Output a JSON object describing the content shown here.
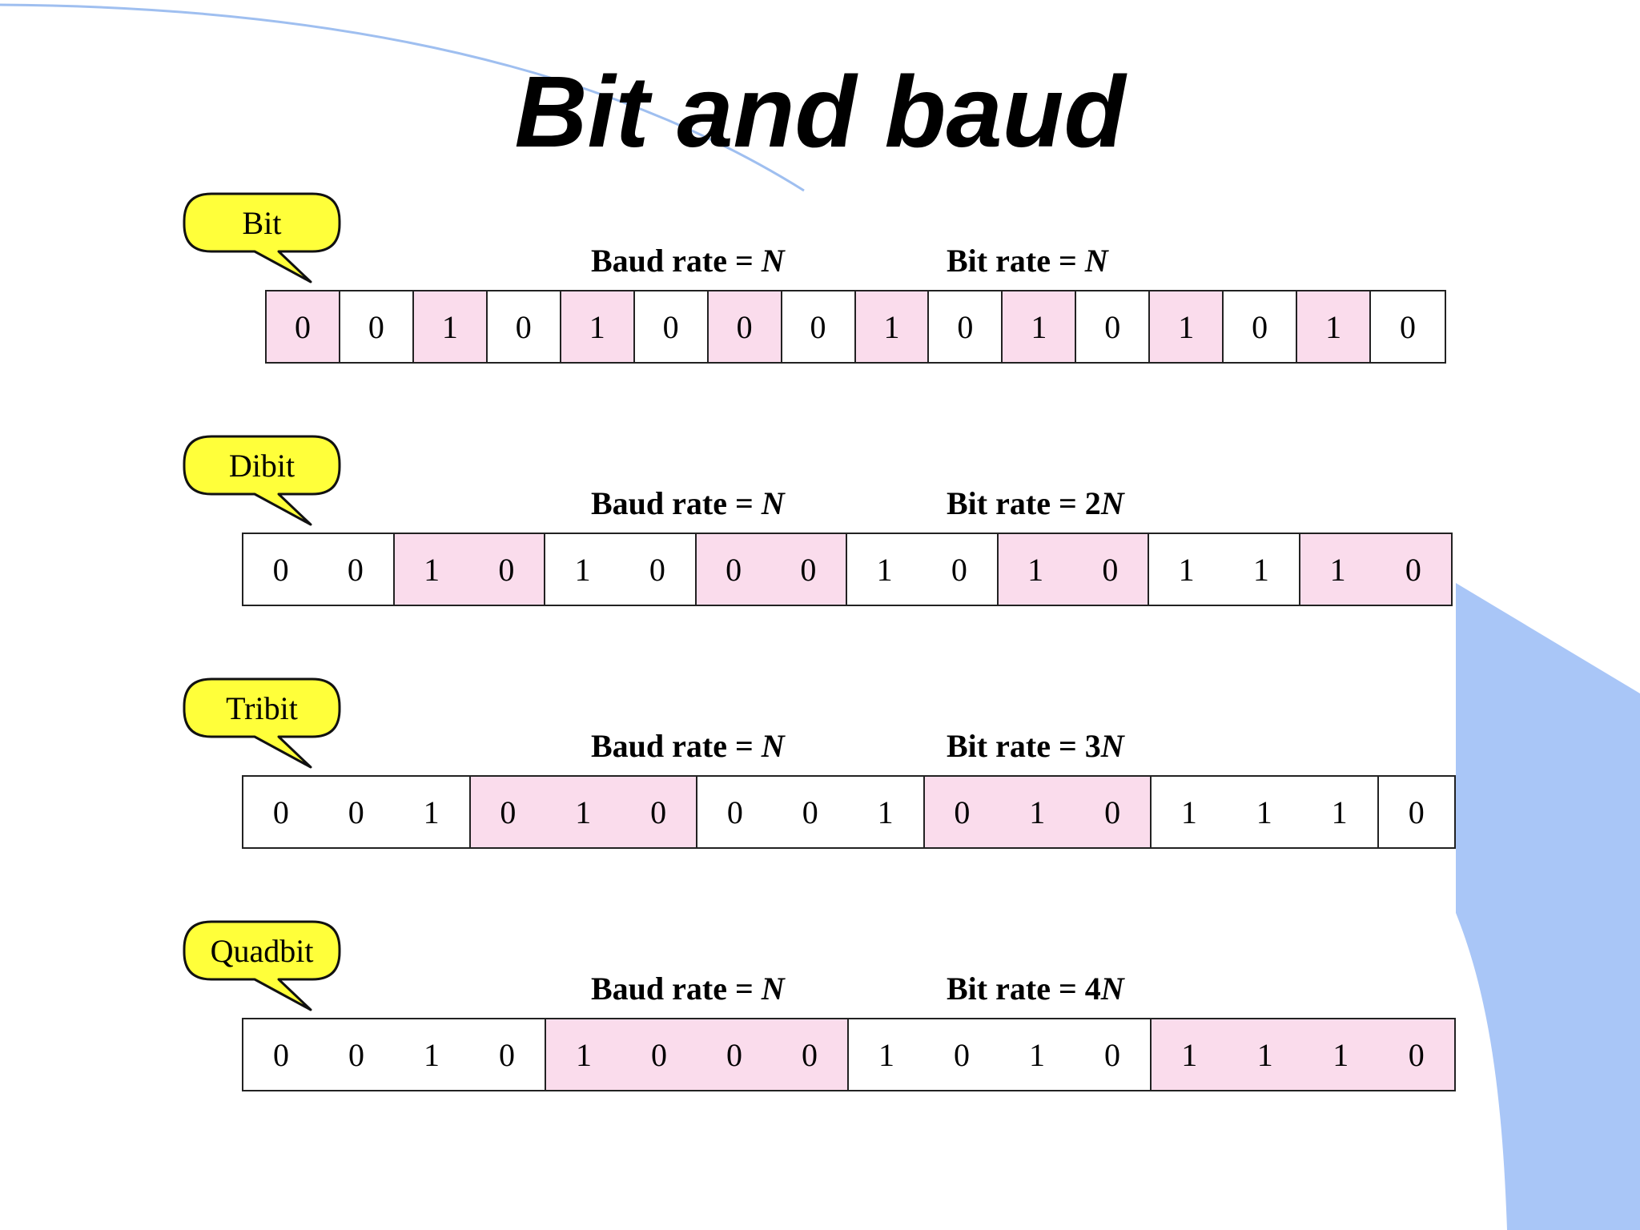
{
  "title": "Bit and baud",
  "colors": {
    "highlight": "#fadcec",
    "callout_fill": "#ffff3a",
    "decoration_blue": "#a9c6f7",
    "border": "#222222"
  },
  "sections": [
    {
      "label": "Bit",
      "baud_label": "Baud rate = ",
      "baud_var": "N",
      "bit_label": "Bit rate = ",
      "bit_var": "N",
      "groups": [
        {
          "bits": [
            "0"
          ],
          "highlight": true
        },
        {
          "bits": [
            "0"
          ],
          "highlight": false
        },
        {
          "bits": [
            "1"
          ],
          "highlight": true
        },
        {
          "bits": [
            "0"
          ],
          "highlight": false
        },
        {
          "bits": [
            "1"
          ],
          "highlight": true
        },
        {
          "bits": [
            "0"
          ],
          "highlight": false
        },
        {
          "bits": [
            "0"
          ],
          "highlight": true
        },
        {
          "bits": [
            "0"
          ],
          "highlight": false
        },
        {
          "bits": [
            "1"
          ],
          "highlight": true
        },
        {
          "bits": [
            "0"
          ],
          "highlight": false
        },
        {
          "bits": [
            "1"
          ],
          "highlight": true
        },
        {
          "bits": [
            "0"
          ],
          "highlight": false
        },
        {
          "bits": [
            "1"
          ],
          "highlight": true
        },
        {
          "bits": [
            "0"
          ],
          "highlight": false
        },
        {
          "bits": [
            "1"
          ],
          "highlight": true
        },
        {
          "bits": [
            "0"
          ],
          "highlight": false
        }
      ]
    },
    {
      "label": "Dibit",
      "baud_label": "Baud rate = ",
      "baud_var": "N",
      "bit_label": "Bit rate = 2",
      "bit_var": "N",
      "groups": [
        {
          "bits": [
            "0",
            "0"
          ],
          "highlight": false
        },
        {
          "bits": [
            "1",
            "0"
          ],
          "highlight": true
        },
        {
          "bits": [
            "1",
            "0"
          ],
          "highlight": false
        },
        {
          "bits": [
            "0",
            "0"
          ],
          "highlight": true
        },
        {
          "bits": [
            "1",
            "0"
          ],
          "highlight": false
        },
        {
          "bits": [
            "1",
            "0"
          ],
          "highlight": true
        },
        {
          "bits": [
            "1",
            "1"
          ],
          "highlight": false
        },
        {
          "bits": [
            "1",
            "0"
          ],
          "highlight": true
        }
      ]
    },
    {
      "label": "Tribit",
      "baud_label": "Baud rate = ",
      "baud_var": "N",
      "bit_label": "Bit rate = 3",
      "bit_var": "N",
      "groups": [
        {
          "bits": [
            "0",
            "0",
            "1"
          ],
          "highlight": false
        },
        {
          "bits": [
            "0",
            "1",
            "0"
          ],
          "highlight": true
        },
        {
          "bits": [
            "0",
            "0",
            "1"
          ],
          "highlight": false
        },
        {
          "bits": [
            "0",
            "1",
            "0"
          ],
          "highlight": true
        },
        {
          "bits": [
            "1",
            "1",
            "1"
          ],
          "highlight": false
        },
        {
          "bits": [
            "0"
          ],
          "highlight": false
        }
      ]
    },
    {
      "label": "Quadbit",
      "baud_label": "Baud rate = ",
      "baud_var": "N",
      "bit_label": "Bit rate = 4",
      "bit_var": "N",
      "groups": [
        {
          "bits": [
            "0",
            "0",
            "1",
            "0"
          ],
          "highlight": false
        },
        {
          "bits": [
            "1",
            "0",
            "0",
            "0"
          ],
          "highlight": true
        },
        {
          "bits": [
            "1",
            "0",
            "1",
            "0"
          ],
          "highlight": false
        },
        {
          "bits": [
            "1",
            "1",
            "1",
            "0"
          ],
          "highlight": true
        }
      ]
    }
  ]
}
